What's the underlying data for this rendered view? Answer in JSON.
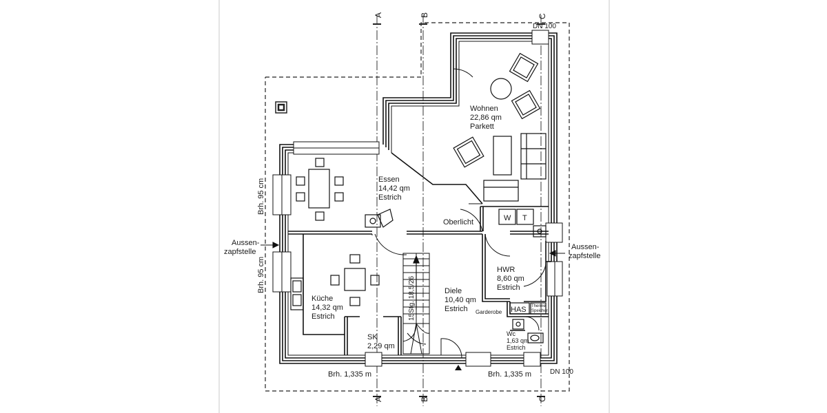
{
  "rooms": {
    "wohnen": {
      "name": "Wohnen",
      "area": "22,86 qm",
      "floor": "Parkett"
    },
    "essen": {
      "name": "Essen",
      "area": "14,42 qm",
      "floor": "Estrich"
    },
    "kueche": {
      "name": "Küche",
      "area": "14,32 qm",
      "floor": "Estrich"
    },
    "diele": {
      "name": "Diele",
      "area": "10,40 qm",
      "floor": "Estrich"
    },
    "hwr": {
      "name": "HWR",
      "area": "8,60 qm",
      "floor": "Estrich"
    },
    "sk": {
      "name": "SK",
      "area": "2,29 qm"
    },
    "wc": {
      "name": "Wc",
      "area": "1,63 qm",
      "floor": "Estrich"
    }
  },
  "labels": {
    "oberlicht": "Oberlicht",
    "has": "HAS",
    "therme": "Therme",
    "speicher": "Speicher",
    "garderobe": "Garderobe",
    "washer": "W",
    "dryer": "T",
    "stair": "15Stg. 18,5/26",
    "aussen_left_1": "Aussen-",
    "aussen_left_2": "zapfstelle",
    "aussen_right_1": "Aussen-",
    "aussen_right_2": "zapfstelle",
    "brh_left_top": "Brh. 95 cm",
    "brh_left_bottom": "Brh. 95 cm",
    "brh_bottom_left": "Brh. 1,335 m",
    "brh_bottom_right": "Brh. 1,335 m",
    "dn_top": "DN 100",
    "dn_bottom": "DN 100"
  },
  "section_marks": {
    "a_top": "A",
    "b_top": "B",
    "c_top": "C",
    "a_bottom": "A",
    "b_bottom": "B",
    "c_bottom": "C"
  }
}
